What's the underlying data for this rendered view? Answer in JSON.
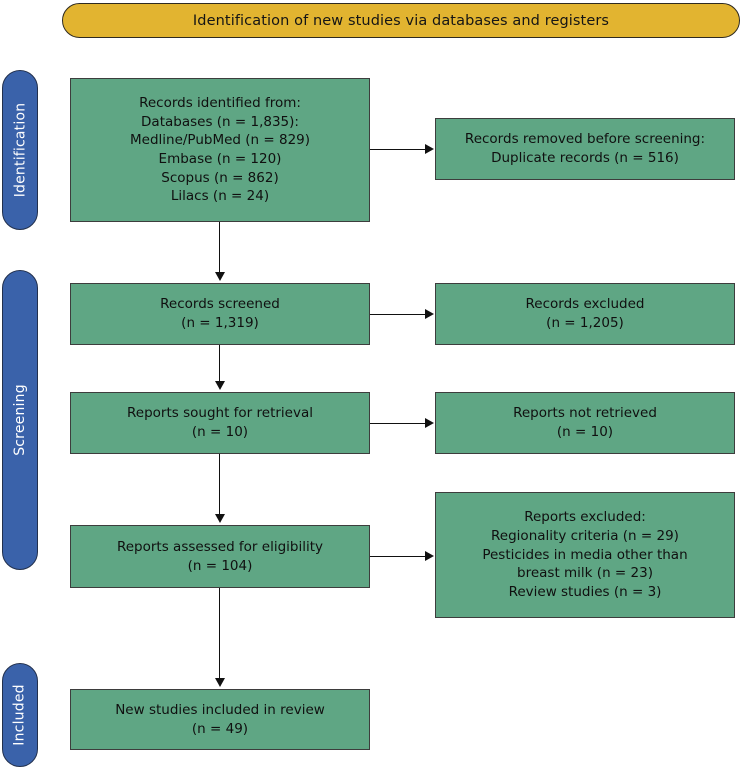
{
  "banner": {
    "title": "Identification of new studies via databases and registers",
    "color": "#E2B430"
  },
  "stages": {
    "identification": "Identification",
    "screening": "Screening",
    "included": "Included",
    "color": "#3A62AA"
  },
  "box_color": "#5FA684",
  "boxes": {
    "identified": {
      "lines": [
        "Records identified from:",
        "Databases (n = 1,835):",
        "Medline/PubMed (n = 829)",
        "Embase (n = 120)",
        "Scopus (n = 862)",
        "Lilacs (n = 24)"
      ]
    },
    "removed": {
      "lines": [
        "Records removed before screening:",
        "Duplicate records (n = 516)"
      ]
    },
    "screened": {
      "lines": [
        "Records screened",
        "(n = 1,319)"
      ]
    },
    "excluded": {
      "lines": [
        "Records excluded",
        "(n = 1,205)"
      ]
    },
    "sought": {
      "lines": [
        "Reports sought for retrieval",
        "(n = 10)"
      ]
    },
    "not_retrieved": {
      "lines": [
        "Reports not retrieved",
        "(n = 10)"
      ]
    },
    "assessed": {
      "lines": [
        "Reports assessed for eligibility",
        "(n = 104)"
      ]
    },
    "reports_excluded": {
      "lines": [
        "Reports excluded:",
        "Regionality criteria (n = 29)",
        "Pesticides in media other than",
        "breast milk (n = 23)",
        "Review studies (n = 3)"
      ]
    },
    "included": {
      "lines": [
        "New studies included in review",
        "(n = 49)"
      ]
    }
  },
  "chart_data": {
    "type": "diagram",
    "title": "Identification of new studies via databases and registers",
    "nodes": [
      {
        "id": "identified",
        "stage": "Identification",
        "label": "Records identified from",
        "total": 1835,
        "breakdown": [
          {
            "source": "Medline/PubMed",
            "n": 829
          },
          {
            "source": "Embase",
            "n": 120
          },
          {
            "source": "Scopus",
            "n": 862
          },
          {
            "source": "Lilacs",
            "n": 24
          }
        ]
      },
      {
        "id": "removed",
        "stage": "Identification",
        "label": "Records removed before screening: Duplicate records",
        "n": 516
      },
      {
        "id": "screened",
        "stage": "Screening",
        "label": "Records screened",
        "n": 1319
      },
      {
        "id": "excluded",
        "stage": "Screening",
        "label": "Records excluded",
        "n": 1205
      },
      {
        "id": "sought",
        "stage": "Screening",
        "label": "Reports sought for retrieval",
        "n": 10
      },
      {
        "id": "not_retrieved",
        "stage": "Screening",
        "label": "Reports not retrieved",
        "n": 10
      },
      {
        "id": "assessed",
        "stage": "Screening",
        "label": "Reports assessed for eligibility",
        "n": 104
      },
      {
        "id": "reports_excluded",
        "stage": "Screening",
        "label": "Reports excluded",
        "breakdown": [
          {
            "reason": "Regionality criteria",
            "n": 29
          },
          {
            "reason": "Pesticides in media other than breast milk",
            "n": 23
          },
          {
            "reason": "Review studies",
            "n": 3
          }
        ]
      },
      {
        "id": "included",
        "stage": "Included",
        "label": "New studies included in review",
        "n": 49
      }
    ],
    "edges": [
      {
        "from": "identified",
        "to": "removed",
        "direction": "right"
      },
      {
        "from": "identified",
        "to": "screened",
        "direction": "down"
      },
      {
        "from": "screened",
        "to": "excluded",
        "direction": "right"
      },
      {
        "from": "screened",
        "to": "sought",
        "direction": "down"
      },
      {
        "from": "sought",
        "to": "not_retrieved",
        "direction": "right"
      },
      {
        "from": "sought",
        "to": "assessed",
        "direction": "down"
      },
      {
        "from": "assessed",
        "to": "reports_excluded",
        "direction": "right"
      },
      {
        "from": "assessed",
        "to": "included",
        "direction": "down"
      }
    ]
  }
}
